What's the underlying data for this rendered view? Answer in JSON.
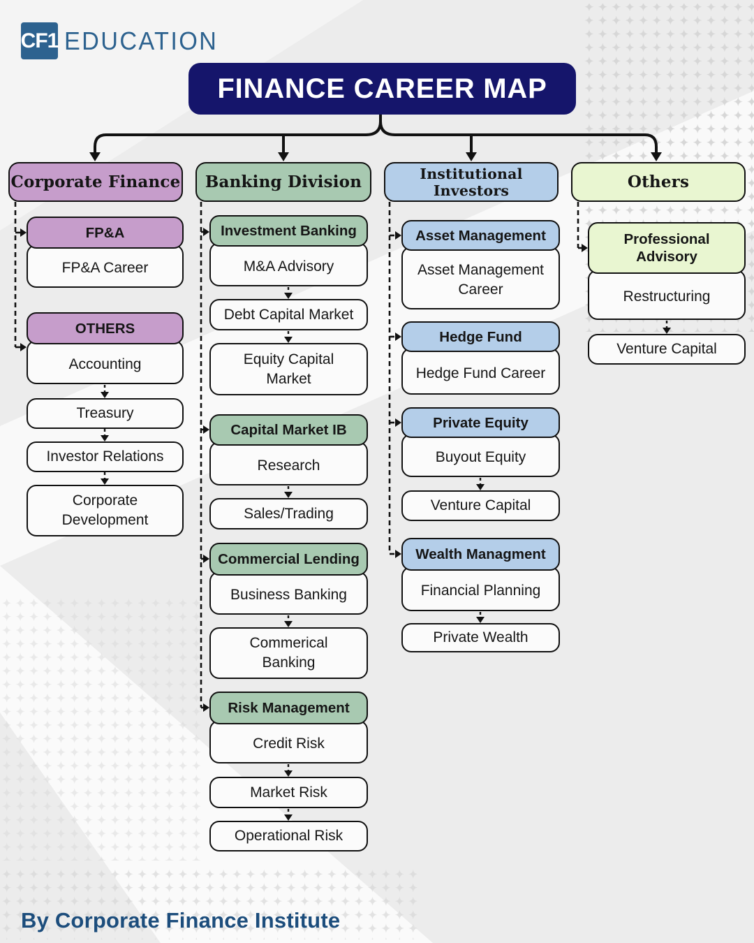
{
  "logo": {
    "badge": "CF1",
    "wordmark": "EDUCATION"
  },
  "title": "FINANCE CAREER MAP",
  "footer": "By Corporate Finance Institute",
  "colors": {
    "title_bg": "#15156b",
    "corporate_finance": "#c69dcb",
    "banking_division": "#a8c9b1",
    "institutional_investors": "#b4cee9",
    "others": "#e9f6d1",
    "brand_blue": "#2d628f"
  },
  "columns": [
    {
      "label": "Corporate Finance",
      "sections": [
        {
          "header": "FP&A",
          "body": "FP&A Career"
        },
        {
          "header": "OTHERS",
          "body": "Accounting",
          "chain": [
            "Treasury",
            "Investor Relations",
            "Corporate Development"
          ]
        }
      ]
    },
    {
      "label": "Banking Division",
      "sections": [
        {
          "header": "Investment Banking",
          "body": "M&A Advisory",
          "chain": [
            "Debt Capital Market",
            "Equity Capital Market"
          ]
        },
        {
          "header": "Capital Market IB",
          "body": "Research",
          "chain": [
            "Sales/Trading"
          ]
        },
        {
          "header": "Commercial Lending",
          "body": "Business Banking",
          "chain": [
            "Commerical Banking"
          ]
        },
        {
          "header": "Risk Management",
          "body": "Credit Risk",
          "chain": [
            "Market Risk",
            "Operational Risk"
          ]
        }
      ]
    },
    {
      "label": "Institutional Investors",
      "sections": [
        {
          "header": "Asset Management",
          "body": "Asset Management Career"
        },
        {
          "header": "Hedge Fund",
          "body": "Hedge Fund Career"
        },
        {
          "header": "Private Equity",
          "body": "Buyout Equity",
          "chain": [
            "Venture Capital"
          ]
        },
        {
          "header": "Wealth Managment",
          "body": "Financial Planning",
          "chain": [
            "Private Wealth"
          ]
        }
      ]
    },
    {
      "label": "Others",
      "sections": [
        {
          "header": "Professional Advisory",
          "body": "Restructuring",
          "chain": [
            "Venture Capital"
          ]
        }
      ]
    }
  ]
}
